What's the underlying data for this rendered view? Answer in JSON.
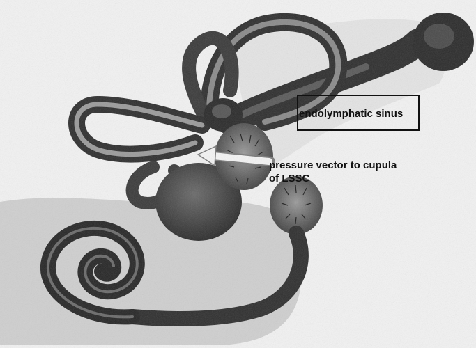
{
  "labels": {
    "endolymphatic_sinus": "endolymphatic sinus",
    "pressure_vector_line1": "pressure vector to cupula",
    "pressure_vector_line2": "of LSSC"
  },
  "colors": {
    "paper": "#f2f2f2",
    "graphite_dark": "#2e2e2e",
    "graphite_mid": "#5a5a5a",
    "graphite_light": "#bdbdbd",
    "shade": "#d2d2d2",
    "arrow_fill": "#f4f4f4",
    "text": "#111111"
  }
}
